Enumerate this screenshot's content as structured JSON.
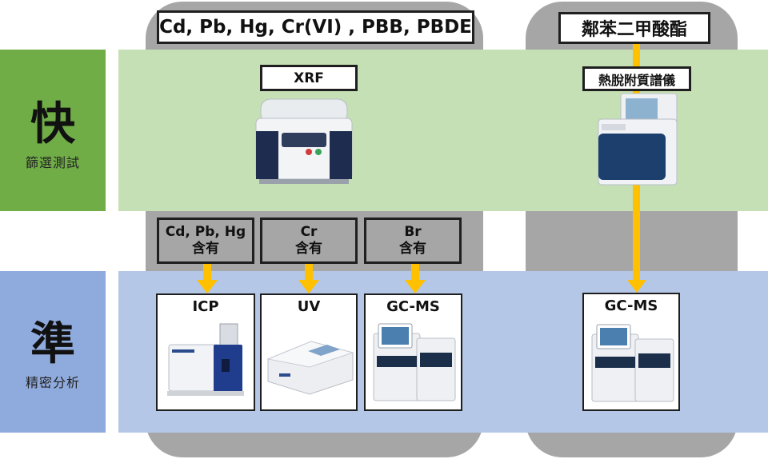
{
  "top_substances": "Cd, Pb, Hg, Cr(VI) , PBB, PBDE",
  "top_phthalates": "鄰苯二甲酸酯",
  "fast": {
    "char": "快",
    "sub": "篩選測試"
  },
  "precise": {
    "char": "準",
    "sub": "精密分析"
  },
  "screen": {
    "xrf": "XRF",
    "thermal": "熱脫附質譜儀"
  },
  "contains": [
    {
      "line1": "Cd, Pb, Hg",
      "line2": "含有"
    },
    {
      "line1": "Cr",
      "line2": "含有"
    },
    {
      "line1": "Br",
      "line2": "含有"
    }
  ],
  "instruments": {
    "icp": "ICP",
    "uv": "UV",
    "gcms1": "GC-MS",
    "gcms2": "GC-MS"
  },
  "colors": {
    "arrow": "#ffc000",
    "fast_band": "#c5e0b4",
    "precise_band": "#b4c7e7",
    "column": "#a6a6a6",
    "fast_label": "#70ad47",
    "precise_label": "#8faadc"
  },
  "images": [
    "xrf-analyzer",
    "thermal-desorption-ms",
    "icp-spectrometer",
    "uv-spectrophotometer",
    "gc-ms-instrument",
    "gc-ms-instrument"
  ]
}
